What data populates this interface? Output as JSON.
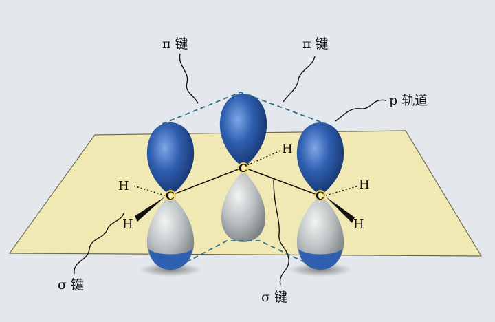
{
  "labels": {
    "pi_bond_left": "π 键",
    "pi_bond_right": "π 键",
    "p_orbital": "p 轨道",
    "sigma_bond_left": "σ 键",
    "sigma_bond_bottom": "σ 键"
  },
  "atoms": {
    "carbon": "C",
    "hydrogen": "H"
  },
  "colors": {
    "lobe_blue": "#2f5fb0",
    "lobe_gray": "#b9bec0",
    "plane_fill": "#f1e9b4",
    "dashed_line": "#2f6f88",
    "background": "#e4e8ec"
  }
}
